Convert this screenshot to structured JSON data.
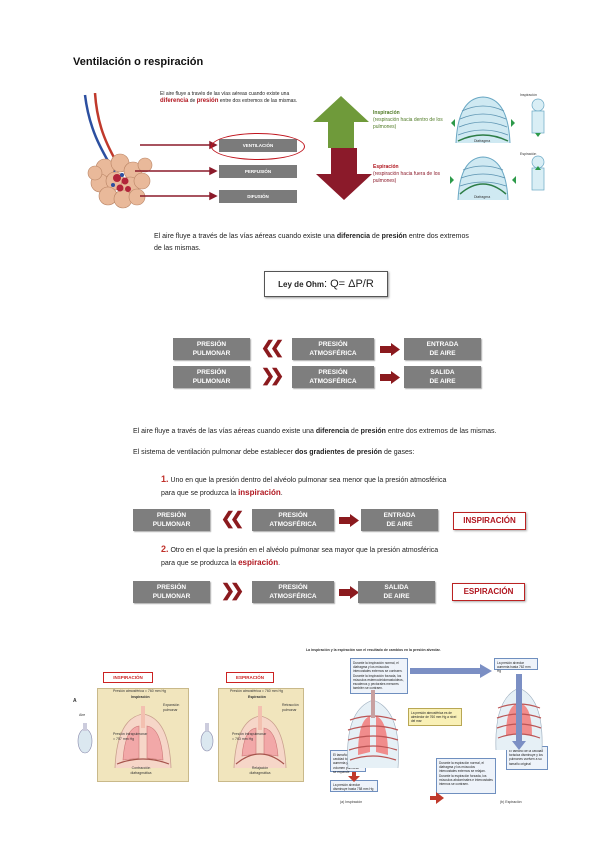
{
  "title": "Ventilación o respiración",
  "top_left": {
    "intro_line1": "El aire fluye a través de las vías aéreas cuando existe una",
    "intro_word_diferencia": "diferencia",
    "intro_de": "de",
    "intro_word_presion": "presión",
    "intro_line2_rest": "entre dos extremos de las mismas.",
    "buttons": [
      "VENTILACIÓN",
      "PERFUSIÓN",
      "DIFUSIÓN"
    ]
  },
  "top_right": {
    "inspiracion_title": "Inspiración",
    "inspiracion_desc": "(respiración hacia dentro de los pulmones)",
    "espiracion_title": "Espiración",
    "espiracion_desc": "(respiración hacia fuera de los pulmones)",
    "fig_label_insp": "Inspiración",
    "fig_label_esp": "Espiración",
    "fig_label_diafragma1": "Diafragma",
    "fig_label_diafragma2": "Diafragma",
    "colors": {
      "up_arrow": "#6f9a3a",
      "down_arrow": "#8b1a2a"
    }
  },
  "para1": {
    "pre": "El aire fluye a través de las vías aéreas cuando existe una",
    "bold1": "diferencia",
    "mid": "de",
    "bold2": "presión",
    "post": "entre dos extremos",
    "line2": "de las mismas."
  },
  "law": {
    "label": "Ley de Ohm",
    "formula": ": Q= ΔP/R"
  },
  "diagram1": {
    "row1": {
      "a": [
        "PRESIÓN",
        "PULMONAR"
      ],
      "b": [
        "PRESIÓN",
        "ATMOSFÉRICA"
      ],
      "c": [
        "ENTRADA",
        "DE AIRE"
      ]
    },
    "row2": {
      "a": [
        "PRESIÓN",
        "PULMONAR"
      ],
      "b": [
        "PRESIÓN",
        "ATMOSFÉRICA"
      ],
      "c": [
        "SALIDA",
        "DE AIRE"
      ]
    }
  },
  "para2": {
    "pre": "El aire fluye a través de las vías aéreas cuando existe una",
    "bold1": "diferencia",
    "mid": "de",
    "bold2": "presión",
    "post": "entre dos extremos de las mismas."
  },
  "para3": {
    "pre": "El sistema de ventilación pulmonar debe establecer",
    "bold": "dos gradientes de presión",
    "post": "de gases:"
  },
  "item1": {
    "num": "1.",
    "line1": "Uno en que la presión dentro del alvéolo pulmonar sea menor que la presión atmosférica",
    "line2_pre": "para que se produzca la",
    "line2_red": "inspiración",
    "line2_end": ".",
    "a": [
      "PRESIÓN",
      "PULMONAR"
    ],
    "b": [
      "PRESIÓN",
      "ATMOSFÉRICA"
    ],
    "c": [
      "ENTRADA",
      "DE AIRE"
    ],
    "tag": "INSPIRACIÓN"
  },
  "item2": {
    "num": "2.",
    "line1": "Otro en el que la presión en el alvéolo pulmonar sea mayor que la presión atmosférica",
    "line2_pre": "para que se produzca la",
    "line2_red": "espiración",
    "line2_end": ".",
    "a": [
      "PRESIÓN",
      "PULMONAR"
    ],
    "b": [
      "PRESIÓN",
      "ATMOSFÉRICA"
    ],
    "c": [
      "SALIDA",
      "DE AIRE"
    ],
    "tag": "ESPIRACIÓN"
  },
  "bottom_left": {
    "panel1_title": "INSPIRACIÓN",
    "panel2_title": "ESPIRACIÓN",
    "panel1_patm": "Presión atmosférica = 760 mm Hg",
    "panel2_patm": "Presión atmosférica = 760 mm Hg",
    "panel1_head": "Inspiración",
    "panel2_head": "Espiración",
    "panel1_pint": "Presión intrapulmonar = 757 mm Hg",
    "panel2_pint": "Presión intrapulmonar = 763 mm Hg",
    "panel1_diaf": "Contracción diafragmática",
    "panel2_diaf": "Relajación diafragmática",
    "panel1_side": "Expansión pulmonar",
    "panel2_side": "Retracción pulmonar",
    "letter_a": "A",
    "label_aire": "Aire"
  },
  "bottom_right": {
    "caption": "La inspiración y la espiración son el resultado de cambios en la presión alveolar.",
    "note1": "Durante la inspiración normal, el diafragma y los músculos intercostales externos se contraen. Durante la inspiración forzada, los músculos esternocleidomastoideos, escalenos y pectorales menores también se contraen.",
    "note2": "La presión atmosférica es de alrededor de 760 mm Hg a nivel del mar",
    "note3": "El tamaño de la cavidad torácica aumenta y el volumen pulmonar se expande",
    "note4": "La presión alveolar disminuye hasta 758 mm Hg",
    "note5": "La presión alveolar aumenta hasta 762 mm Hg",
    "note6": "Durante la espiración normal, el diafragma y los músculos intercostales externos se relajan. Durante la espiración forzada, los músculos abdominales e intercostales internos se contraen.",
    "note7": "El tamaño de la cavidad torácica disminuye y los pulmones vuelven a su tamaño original",
    "label_a": "(a) Inspiración",
    "label_b": "(b) Espiración"
  }
}
